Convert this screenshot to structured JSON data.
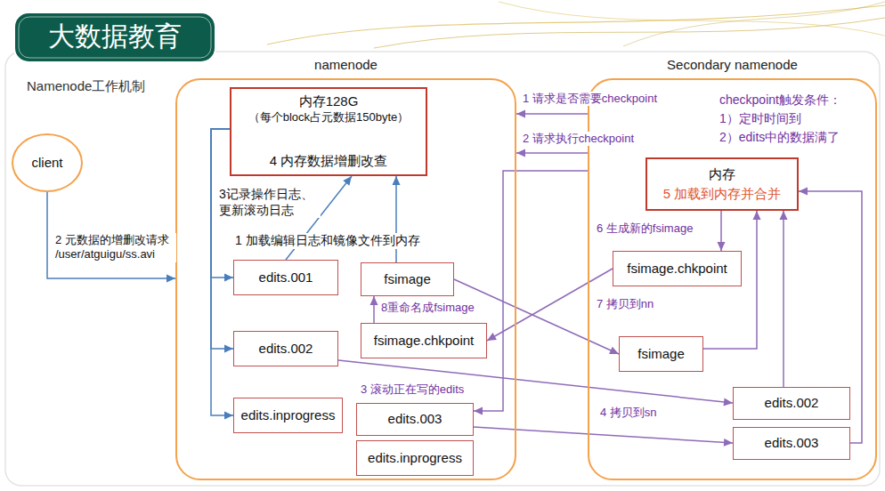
{
  "diagram": {
    "title": "大数据教育",
    "nodes": [
      {
        "text": [
          "client"
        ]
      },
      {
        "text": [
          "namenode"
        ]
      },
      {
        "text": [
          "内存128G",
          "（每个block占元数据150byte）",
          "4 内存数据增删改查"
        ],
        "in": 1
      },
      {
        "text": [
          "edits.001"
        ],
        "in": 1
      },
      {
        "text": [
          "fsimage"
        ],
        "in": 1
      },
      {
        "text": [
          "edits.002"
        ],
        "in": 1
      },
      {
        "text": [
          "fsimage.chkpoint"
        ],
        "in": 1
      },
      {
        "text": [
          "edits.inprogress"
        ],
        "in": 1
      },
      {
        "text": [
          "edits.003"
        ],
        "in": 1
      },
      {
        "text": [
          "edits.inprogress"
        ],
        "in": 1
      },
      {
        "text": [
          "Secondary namenode"
        ]
      },
      {
        "text": [
          "内存",
          "5 加载到内存并合并"
        ],
        "in": 10
      },
      {
        "text": [
          "fsimage.chkpoint"
        ],
        "in": 10
      },
      {
        "text": [
          "fsimage"
        ],
        "in": 10
      },
      {
        "text": [
          "edits.002"
        ],
        "in": 10
      },
      {
        "text": [
          "edits.003"
        ],
        "in": 10
      }
    ],
    "edges": [
      {
        "from": 0,
        "to": 1,
        "arrow": "to",
        "label": "2 元数据的增删改请求 /user/atguigu/ss.avi"
      },
      {
        "from": 10,
        "to": 1,
        "arrow": "to",
        "label": "1 请求是否需要checkpoint"
      },
      {
        "from": 10,
        "to": 1,
        "arrow": "to",
        "label": "2 请求执行checkpoint"
      },
      {
        "from": 10,
        "to": 8,
        "arrow": "to",
        "label": "3 滚动正在写的edits"
      },
      {
        "from": 3,
        "to": 2,
        "arrow": "to",
        "label": "1 加载编辑日志和镜像文件到内存"
      },
      {
        "from": 4,
        "to": 2,
        "arrow": "to"
      },
      {
        "from": 2,
        "to": 3,
        "arrow": "to",
        "label": "3记录操作日志、更新滚动日志"
      },
      {
        "from": 2,
        "to": 5,
        "arrow": "to"
      },
      {
        "from": 2,
        "to": 7,
        "arrow": "to"
      },
      {
        "from": 6,
        "to": 4,
        "arrow": "to",
        "label": "8重命名成fsimage"
      },
      {
        "from": 4,
        "to": 13,
        "arrow": "to"
      },
      {
        "from": 5,
        "to": 14,
        "arrow": "to"
      },
      {
        "from": 8,
        "to": 15,
        "arrow": "to",
        "label": "4 拷贝到sn"
      },
      {
        "from": 13,
        "to": 11,
        "arrow": "to"
      },
      {
        "from": 14,
        "to": 11,
        "arrow": "to"
      },
      {
        "from": 15,
        "to": 11,
        "arrow": "to"
      },
      {
        "from": 11,
        "to": 12,
        "arrow": "to",
        "label": "6 生成新的fsimage"
      },
      {
        "from": 12,
        "to": 6,
        "arrow": "to",
        "label": "7 拷贝到nn"
      }
    ],
    "labels": [
      "Namenode工作机制",
      "checkpoint触发条件：",
      "1）定时时间到",
      "2）edits中的数据满了"
    ]
  }
}
